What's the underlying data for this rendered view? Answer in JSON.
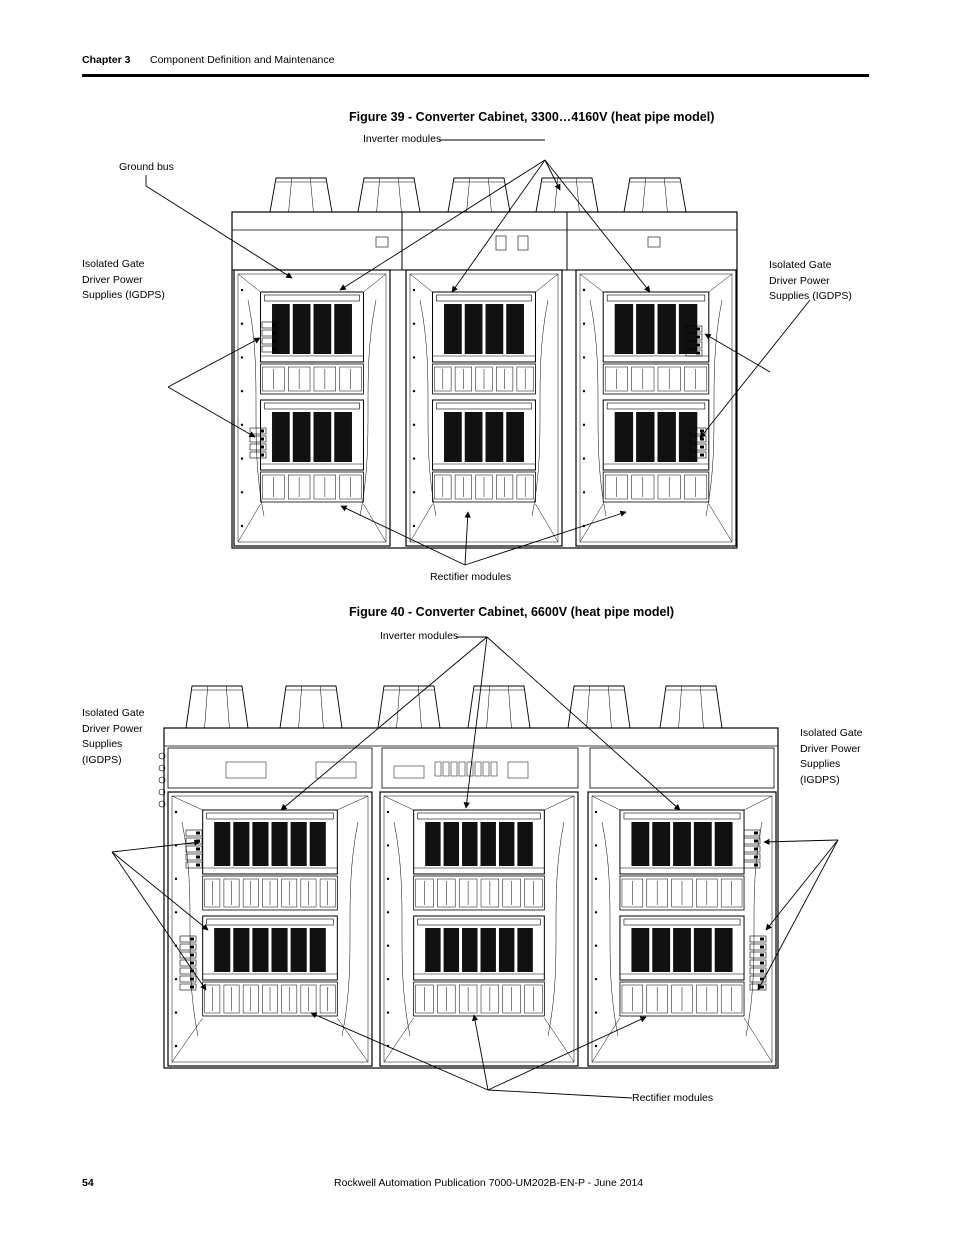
{
  "header": {
    "chapter": "Chapter 3",
    "title": "Component Definition and Maintenance"
  },
  "figure39": {
    "caption": "Figure 39 - Converter Cabinet, 3300…4160V (heat pipe model)",
    "inverter_label": "Inverter modules",
    "ground_bus_label": "Ground bus",
    "igdps_left": [
      "Isolated Gate",
      "Driver Power",
      "Supplies (IGDPS)"
    ],
    "igdps_right": [
      "Isolated Gate",
      "Driver Power",
      "Supplies (IGDPS)"
    ],
    "rectifier_label": "Rectifier modules"
  },
  "figure40": {
    "caption": "Figure 40 - Converter Cabinet, 6600V (heat pipe model)",
    "inverter_label": "Inverter modules",
    "igdps_left": [
      "Isolated Gate",
      "Driver Power",
      "Supplies",
      "(IGDPS)"
    ],
    "igdps_right": [
      "Isolated Gate",
      "Driver Power",
      "Supplies",
      "(IGDPS)"
    ],
    "rectifier_label": "Rectifier modules"
  },
  "footer": {
    "page_number": "54",
    "publication": "Rockwell Automation Publication 7000-UM202B-EN-P - June 2014"
  }
}
